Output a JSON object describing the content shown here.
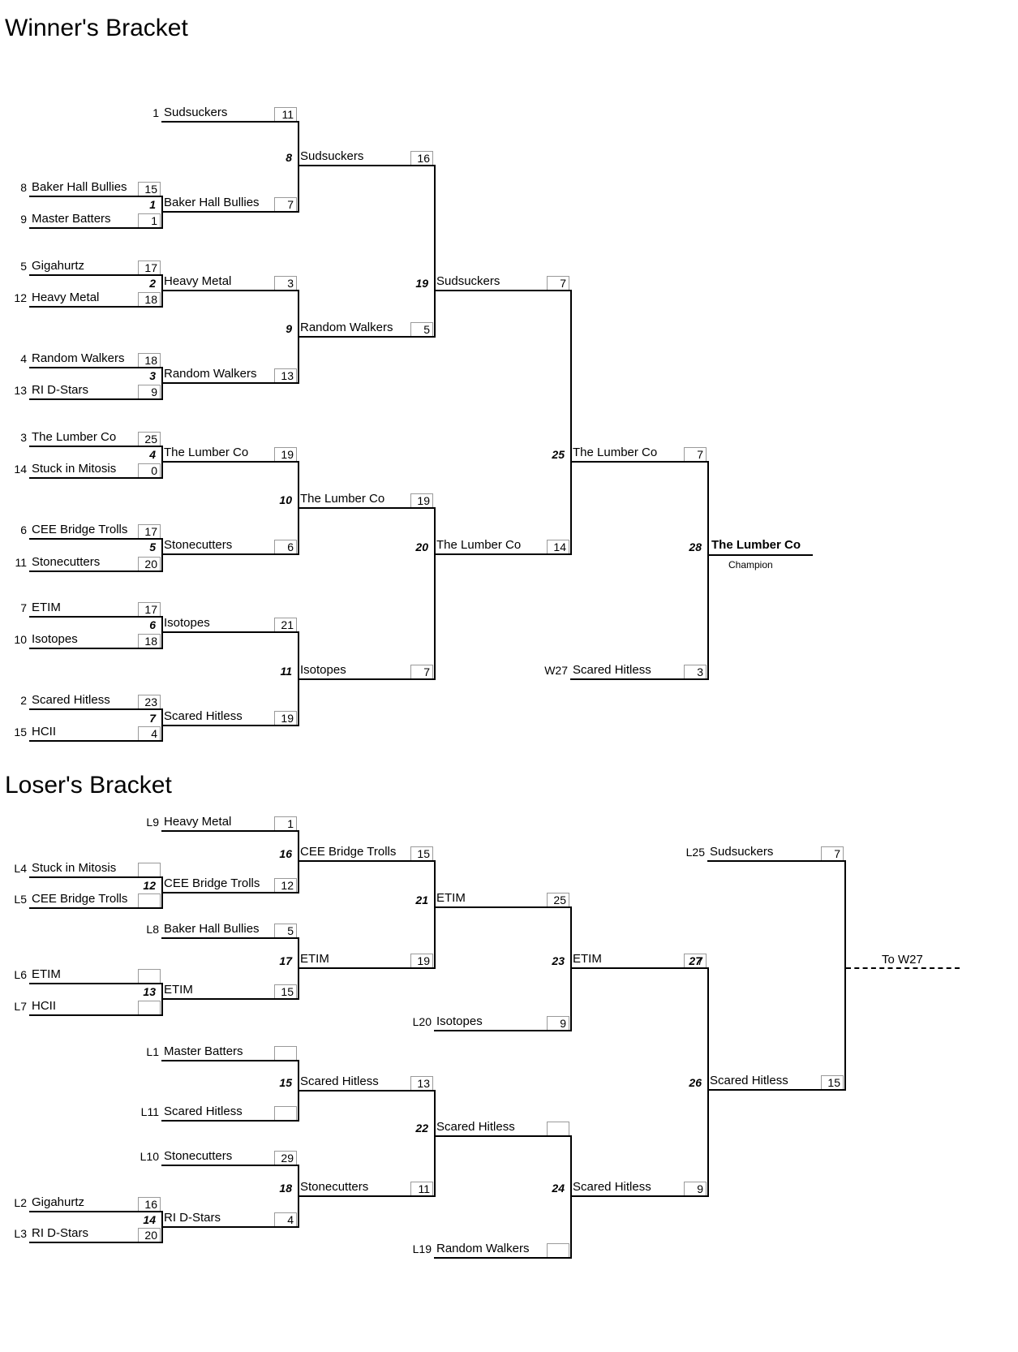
{
  "winners_title": "Winner's Bracket",
  "losers_title": "Loser's Bracket",
  "champion_label": "Champion",
  "to_w27_label": "To W27",
  "slots": [
    {
      "seed": "1",
      "name": "Sudsuckers",
      "score": "11"
    },
    {
      "seed": "8",
      "name": "Baker Hall Bullies",
      "score": "15"
    },
    {
      "seed": "9",
      "name": "Master Batters",
      "score": "1"
    },
    {
      "seed": "",
      "name": "Sudsuckers",
      "score": "16"
    },
    {
      "seed": "",
      "name": "Baker Hall Bullies",
      "score": "7"
    },
    {
      "seed": "5",
      "name": "Gigahurtz",
      "score": "17"
    },
    {
      "seed": "12",
      "name": "Heavy Metal",
      "score": "18"
    },
    {
      "seed": "",
      "name": "Heavy Metal",
      "score": "3"
    },
    {
      "seed": "",
      "name": "Sudsuckers",
      "score": "7"
    },
    {
      "seed": "",
      "name": "Random Walkers",
      "score": "5"
    },
    {
      "seed": "4",
      "name": "Random Walkers",
      "score": "18"
    },
    {
      "seed": "13",
      "name": "RI D-Stars",
      "score": "9"
    },
    {
      "seed": "",
      "name": "Random Walkers",
      "score": "13"
    },
    {
      "seed": "3",
      "name": "The Lumber Co",
      "score": "25"
    },
    {
      "seed": "14",
      "name": "Stuck in Mitosis",
      "score": "0"
    },
    {
      "seed": "",
      "name": "The Lumber Co",
      "score": "19"
    },
    {
      "seed": "",
      "name": "The Lumber Co",
      "score": "7"
    },
    {
      "seed": "",
      "name": "The Lumber Co",
      "score": "19"
    },
    {
      "seed": "6",
      "name": "CEE Bridge Trolls",
      "score": "17"
    },
    {
      "seed": "11",
      "name": "Stonecutters",
      "score": "20"
    },
    {
      "seed": "",
      "name": "Stonecutters",
      "score": "6"
    },
    {
      "seed": "",
      "name": "The Lumber Co",
      "score": "14"
    },
    {
      "seed": "7",
      "name": "ETIM",
      "score": "17"
    },
    {
      "seed": "10",
      "name": "Isotopes",
      "score": "18"
    },
    {
      "seed": "",
      "name": "Isotopes",
      "score": "21"
    },
    {
      "seed": "",
      "name": "Isotopes",
      "score": "7"
    },
    {
      "seed": "W27",
      "name": "Scared Hitless",
      "score": "3"
    },
    {
      "seed": "2",
      "name": "Scared Hitless",
      "score": "23"
    },
    {
      "seed": "15",
      "name": "HCII",
      "score": "4"
    },
    {
      "seed": "",
      "name": "Scared Hitless",
      "score": "19"
    },
    {
      "seed": "",
      "name": "The Lumber Co",
      "score": ""
    },
    {
      "seed": "L9",
      "name": "Heavy Metal",
      "score": "1"
    },
    {
      "seed": "",
      "name": "CEE Bridge Trolls",
      "score": "15"
    },
    {
      "seed": "L25",
      "name": "Sudsuckers",
      "score": "7"
    },
    {
      "seed": "L4",
      "name": "Stuck in Mitosis",
      "score": ""
    },
    {
      "seed": "L5",
      "name": "CEE Bridge Trolls",
      "score": ""
    },
    {
      "seed": "",
      "name": "CEE Bridge Trolls",
      "score": "12"
    },
    {
      "seed": "",
      "name": "ETIM",
      "score": "25"
    },
    {
      "seed": "L8",
      "name": "Baker Hall Bullies",
      "score": "5"
    },
    {
      "seed": "",
      "name": "ETIM",
      "score": "19"
    },
    {
      "seed": "",
      "name": "ETIM",
      "score": "7"
    },
    {
      "seed": "L6",
      "name": "ETIM",
      "score": ""
    },
    {
      "seed": "L7",
      "name": "HCII",
      "score": ""
    },
    {
      "seed": "",
      "name": "ETIM",
      "score": "15"
    },
    {
      "seed": "L20",
      "name": "Isotopes",
      "score": "9"
    },
    {
      "seed": "L1",
      "name": "Master Batters",
      "score": ""
    },
    {
      "seed": "",
      "name": "Scared Hitless",
      "score": "13"
    },
    {
      "seed": "",
      "name": "Scared Hitless",
      "score": "15"
    },
    {
      "seed": "L11",
      "name": "Scared Hitless",
      "score": ""
    },
    {
      "seed": "",
      "name": "Scared Hitless",
      "score": ""
    },
    {
      "seed": "L10",
      "name": "Stonecutters",
      "score": "29"
    },
    {
      "seed": "",
      "name": "Stonecutters",
      "score": "11"
    },
    {
      "seed": "",
      "name": "Scared Hitless",
      "score": "9"
    },
    {
      "seed": "L2",
      "name": "Gigahurtz",
      "score": "16"
    },
    {
      "seed": "L3",
      "name": "RI D-Stars",
      "score": "20"
    },
    {
      "seed": "",
      "name": "RI D-Stars",
      "score": "4"
    },
    {
      "seed": "L19",
      "name": "Random Walkers",
      "score": ""
    }
  ],
  "games": [
    "8",
    "1",
    "2",
    "19",
    "9",
    "3",
    "4",
    "25",
    "10",
    "5",
    "20",
    "28",
    "6",
    "11",
    "7",
    "16",
    "12",
    "21",
    "17",
    "23",
    "27",
    "13",
    "15",
    "26",
    "22",
    "18",
    "24",
    "14"
  ]
}
